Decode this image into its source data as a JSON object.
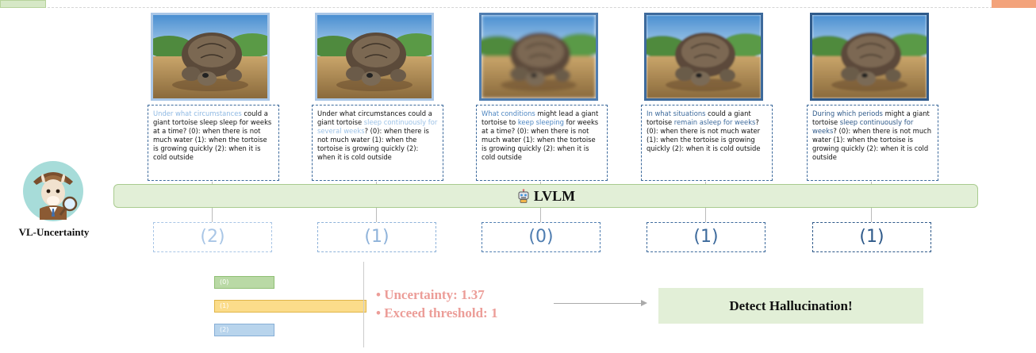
{
  "lvlm_label": "LVLM",
  "model_label": "VL-Uncertainty",
  "variants": [
    {
      "segments": [
        {
          "t": "Under what circumstances",
          "h": true
        },
        {
          "t": " could a giant tortoise sleep sleep for weeks at a time? (0): when there is not much water (1): when the tortoise is growing quickly (2): when it is cold outside",
          "h": false
        }
      ],
      "answer": "(2)",
      "answer_color": "#a9c6e6",
      "photo_border": "#a9c6e6",
      "hl_color": "#8fb9e3",
      "blur": 0
    },
    {
      "segments": [
        {
          "t": "Under what circumstances could a giant tortoise ",
          "h": false
        },
        {
          "t": "sleep continuously for several weeks",
          "h": true
        },
        {
          "t": "? (0): when there is not much water (1): when the tortoise is growing quickly (2): when it is cold outside",
          "h": false
        }
      ],
      "answer": "(1)",
      "answer_color": "#8fb3da",
      "photo_border": "#a9c6e6",
      "hl_color": "#9dc2e6",
      "blur": 0
    },
    {
      "segments": [
        {
          "t": "What conditions",
          "h": true
        },
        {
          "t": " might lead a giant tortoise to ",
          "h": false
        },
        {
          "t": "keep sleeping",
          "h": true
        },
        {
          "t": " for weeks at a time? (0): when there is not much water (1): when the tortoise is growing quickly (2): when it is cold outside",
          "h": false
        }
      ],
      "answer": "(0)",
      "answer_color": "#4f7db0",
      "photo_border": "#4f7db0",
      "hl_color": "#4f87c2",
      "blur": 2
    },
    {
      "segments": [
        {
          "t": "In what situations",
          "h": true
        },
        {
          "t": " could a giant tortoise ",
          "h": false
        },
        {
          "t": "remain asleep for weeks",
          "h": true
        },
        {
          "t": "? (0): when there is not much water (1): when the tortoise is growing quickly (2): when it is cold outside",
          "h": false
        }
      ],
      "answer": "(1)",
      "answer_color": "#3d6a9c",
      "photo_border": "#3d6a9c",
      "hl_color": "#3d6a9c",
      "blur": 1
    },
    {
      "segments": [
        {
          "t": "During which periods",
          "h": true
        },
        {
          "t": " might a giant tortoise ",
          "h": false
        },
        {
          "t": "sleep continuously for weeks",
          "h": true
        },
        {
          "t": "? (0): when there is not much water (1): when the tortoise is growing quickly (2): when it is cold outside",
          "h": false
        }
      ],
      "answer": "(1)",
      "answer_color": "#2f5a8a",
      "photo_border": "#2f5a8a",
      "hl_color": "#2f5a8a",
      "blur": 1.4
    }
  ],
  "chart_data": {
    "type": "bar",
    "categories": [
      "(0)",
      "(1)",
      "(2)"
    ],
    "values": [
      1,
      3,
      1
    ],
    "colors": [
      "#b9d9a5",
      "#fbdc8a",
      "#b8d4ec"
    ],
    "borders": [
      "#8fbf74",
      "#e0b548",
      "#86aed6"
    ]
  },
  "bullets": [
    "Uncertainty: 1.37",
    "Exceed threshold: 1"
  ],
  "result_label": "Detect Hallucination!",
  "colors": {
    "lvlm_fill": "#e2efd7",
    "bullet_text": "#ec9d98"
  }
}
